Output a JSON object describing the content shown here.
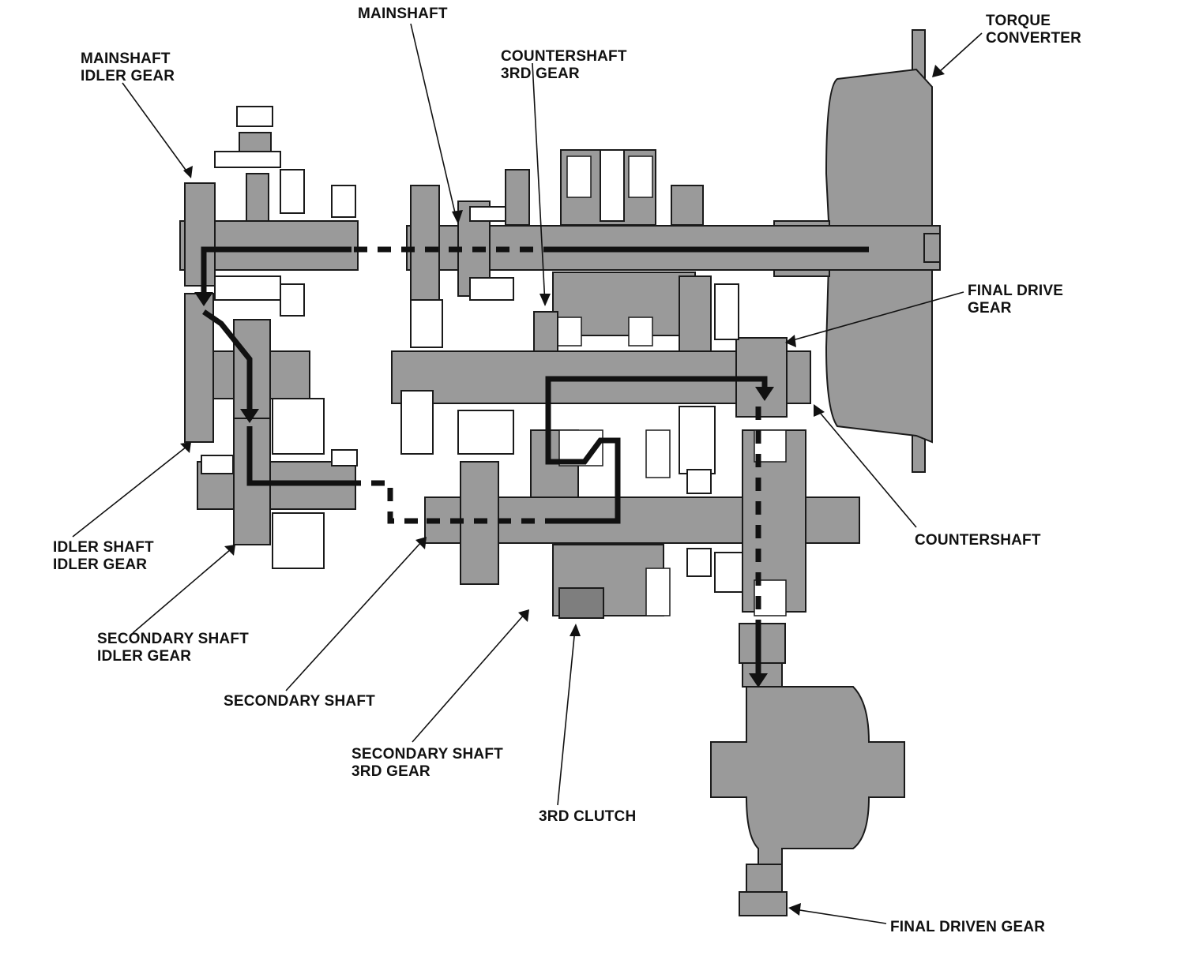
{
  "labels": {
    "mainshaft": "MAINSHAFT",
    "mainshaft_idler_gear_1": "MAINSHAFT",
    "mainshaft_idler_gear_2": "IDLER GEAR",
    "countershaft_3rd_gear_1": "COUNTERSHAFT",
    "countershaft_3rd_gear_2": "3RD GEAR",
    "torque_converter_1": "TORQUE",
    "torque_converter_2": "CONVERTER",
    "final_drive_gear_1": "FINAL DRIVE",
    "final_drive_gear_2": "GEAR",
    "countershaft": "COUNTERSHAFT",
    "idler_shaft_idler_gear_1": "IDLER SHAFT",
    "idler_shaft_idler_gear_2": "IDLER GEAR",
    "secondary_shaft_idler_gear_1": "SECONDARY SHAFT",
    "secondary_shaft_idler_gear_2": "IDLER GEAR",
    "secondary_shaft": "SECONDARY SHAFT",
    "secondary_shaft_3rd_gear_1": "SECONDARY SHAFT",
    "secondary_shaft_3rd_gear_2": "3RD GEAR",
    "third_clutch": "3RD CLUTCH",
    "final_driven_gear": "FINAL DRIVEN GEAR"
  },
  "colors": {
    "part_fill": "#9a9a9a",
    "outline": "#1a1a1a",
    "power_flow": "#111111",
    "background": "#ffffff"
  }
}
